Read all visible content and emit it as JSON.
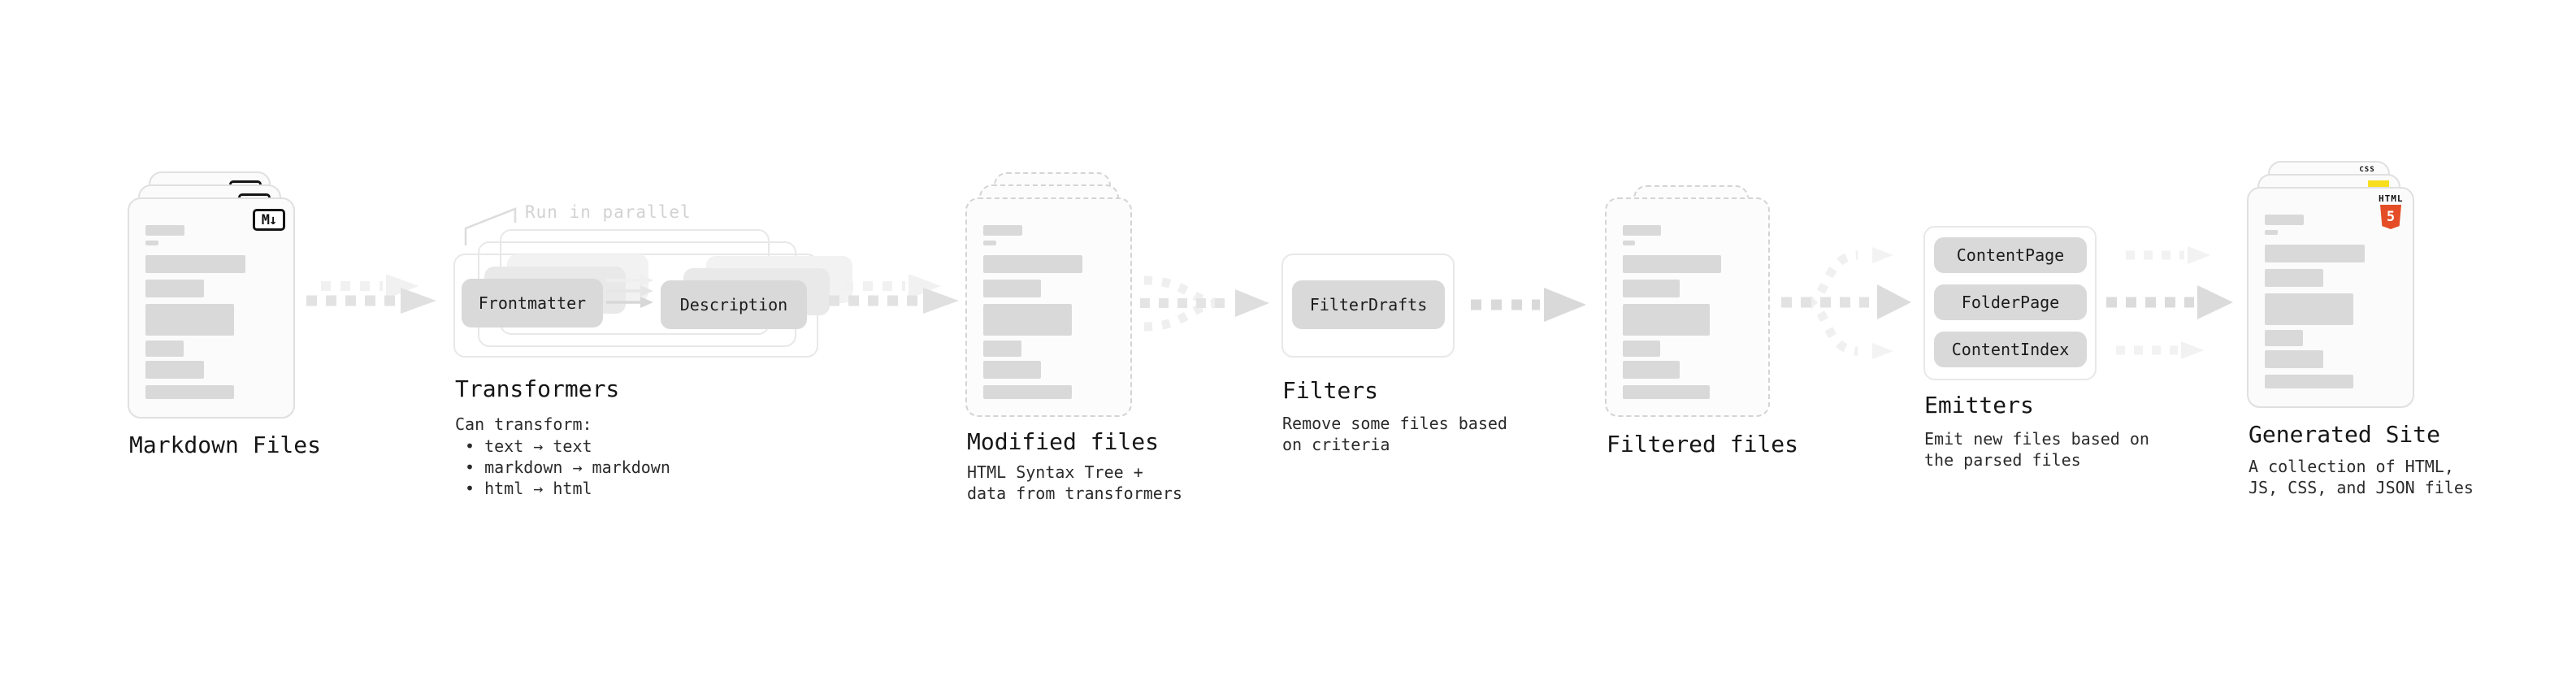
{
  "stages": {
    "markdown": {
      "label": "Markdown Files",
      "badge": "M↓"
    },
    "transformers": {
      "label": "Transformers",
      "note": "Run in parallel",
      "pill_from": "Frontmatter",
      "pill_to": "Description",
      "desc_title": "Can transform:",
      "bullets": [
        "• text → text",
        "• markdown → markdown",
        "• html → html"
      ]
    },
    "modified": {
      "label": "Modified files",
      "desc": [
        "HTML Syntax Tree +",
        "data from transformers"
      ]
    },
    "filters": {
      "label": "Filters",
      "pill": "FilterDrafts",
      "desc": [
        "Remove some files based",
        "on criteria"
      ]
    },
    "filtered": {
      "label": "Filtered files"
    },
    "emitters": {
      "label": "Emitters",
      "pills": [
        "ContentPage",
        "FolderPage",
        "ContentIndex"
      ],
      "desc": [
        "Emit new files based on",
        "the parsed files"
      ]
    },
    "generated": {
      "label": "Generated Site",
      "desc": [
        "A collection of HTML,",
        "JS, CSS, and JSON files"
      ],
      "css_label": "CSS",
      "html_label": "HTML",
      "html5_number": "5"
    }
  },
  "colors": {
    "html5_orange": "#e44d26",
    "js_yellow": "#f7df1e",
    "css_blue": "#2965f1",
    "pill_gray": "#d9d9d9",
    "card_border": "#e0e0e0",
    "arrow_gray": "#e2e2e2"
  }
}
